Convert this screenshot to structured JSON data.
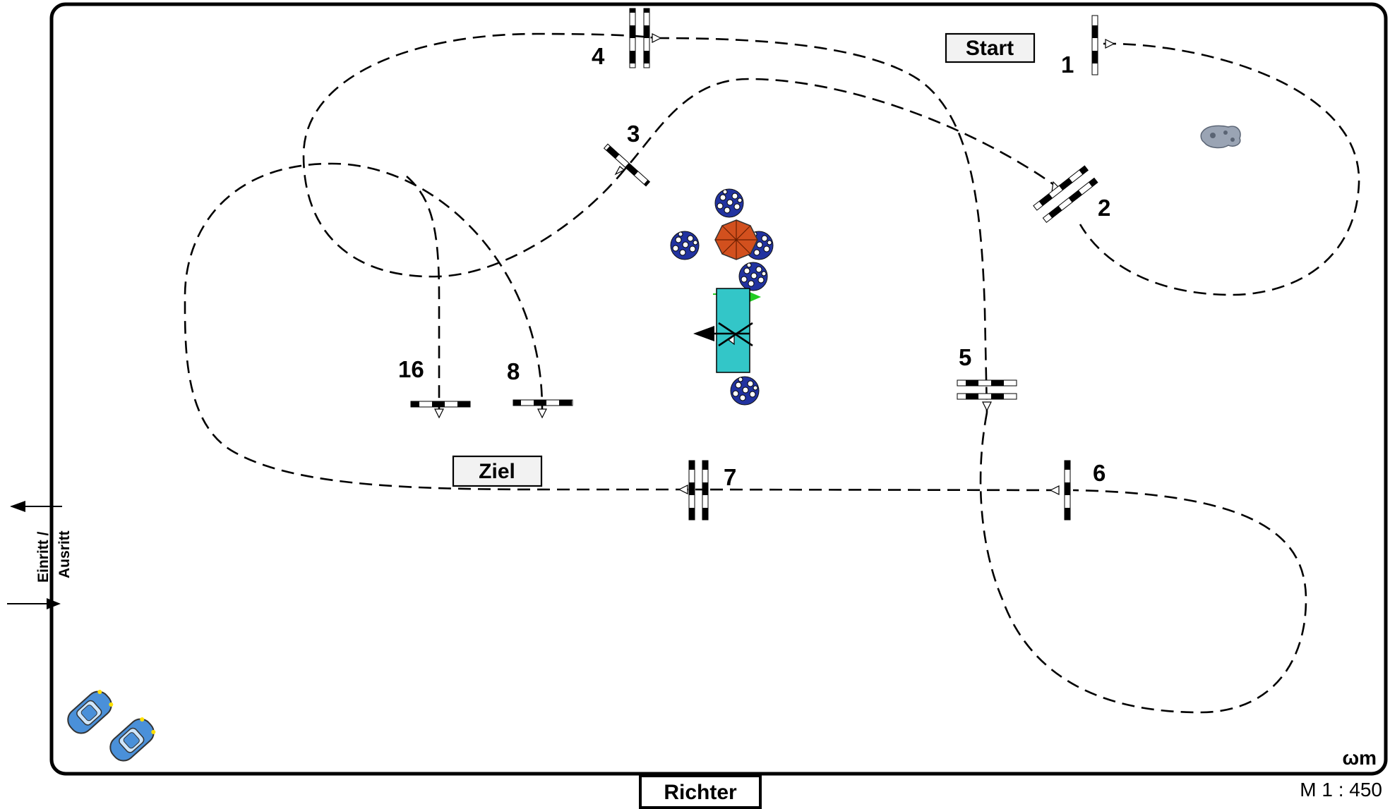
{
  "labels": {
    "start": "Start",
    "finish": "Ziel",
    "judge": "Richter",
    "entry_exit_line1": "Einritt /",
    "entry_exit_line2": "Ausritt",
    "scale": "M 1 : 450",
    "signature": "ωm"
  },
  "obstacles": [
    {
      "number": "1"
    },
    {
      "number": "2"
    },
    {
      "number": "3"
    },
    {
      "number": "4"
    },
    {
      "number": "5"
    },
    {
      "number": "6"
    },
    {
      "number": "7"
    },
    {
      "number": "8"
    },
    {
      "number": "16"
    }
  ],
  "colors": {
    "water_trough": "#33c6c8",
    "umbrella": "#d2501e",
    "flower_pot": "#2233a0",
    "flag": "#22cc22",
    "car": "#4a90d9"
  }
}
